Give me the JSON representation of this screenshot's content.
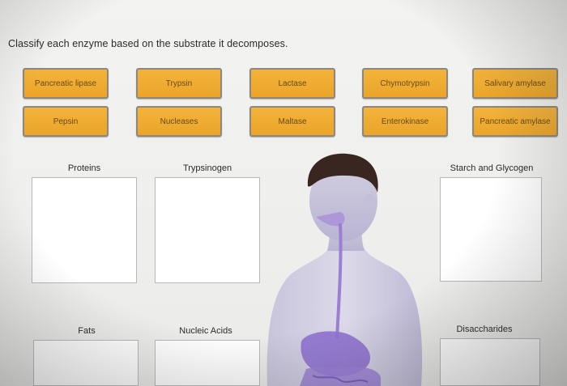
{
  "instruction": "Classify each enzyme based on the substrate it decomposes.",
  "enzymes": [
    "Pancreatic lipase",
    "Trypsin",
    "Lactase",
    "Chymotrypsin",
    "Salivary amylase",
    "Pepsin",
    "Nucleases",
    "Maltase",
    "Enterokinase",
    "Pancreatic amylase"
  ],
  "categories": [
    "Proteins",
    "Trypsinogen",
    "Starch and Glycogen",
    "Fats",
    "Nucleic Acids",
    "Disaccharides"
  ],
  "colors": {
    "chip_fill": "#eea92f",
    "chip_border": "#8c8780",
    "chip_text": "#6a4a13",
    "zone_fill": "#ffffff",
    "digestive_tract": "#9b7fd3"
  }
}
